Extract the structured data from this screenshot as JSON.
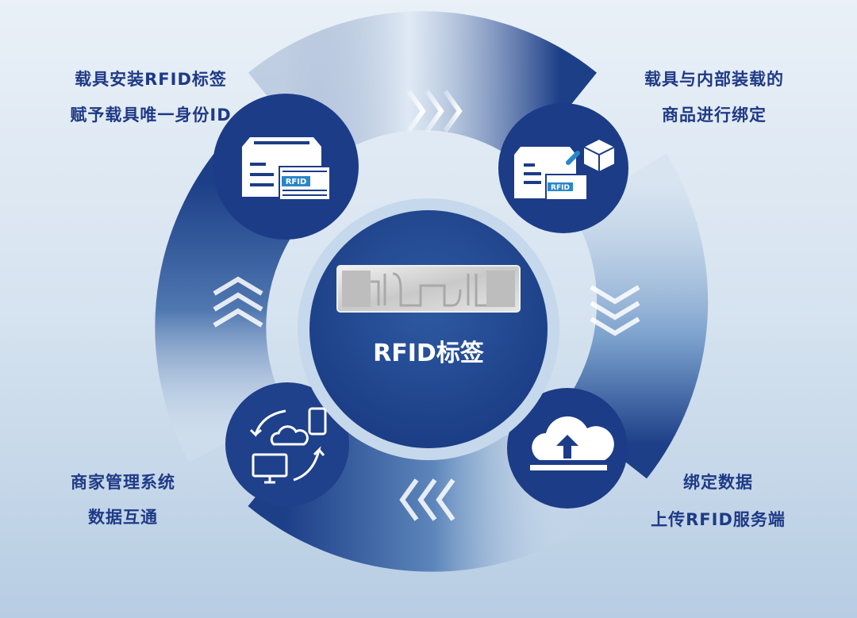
{
  "center": {
    "label": "RFID标签"
  },
  "steps": [
    {
      "line1": "载具安装RFID标签",
      "line2": "赋予载具唯一身份ID",
      "icon": "rfid-carrier-icon"
    },
    {
      "line1": "载具与内部装载的",
      "line2": "商品进行绑定",
      "icon": "carrier-link-box-icon"
    },
    {
      "line1": "绑定数据",
      "line2": "上传RFID服务端",
      "icon": "cloud-upload-icon"
    },
    {
      "line1": "商家管理系统",
      "line2": "数据互通",
      "icon": "data-sync-icon"
    }
  ],
  "icon_tag_text": "RFID",
  "colors": {
    "dark_blue": "#1b3a85",
    "text": "#1f3a86",
    "background": "#dfe9f4"
  }
}
